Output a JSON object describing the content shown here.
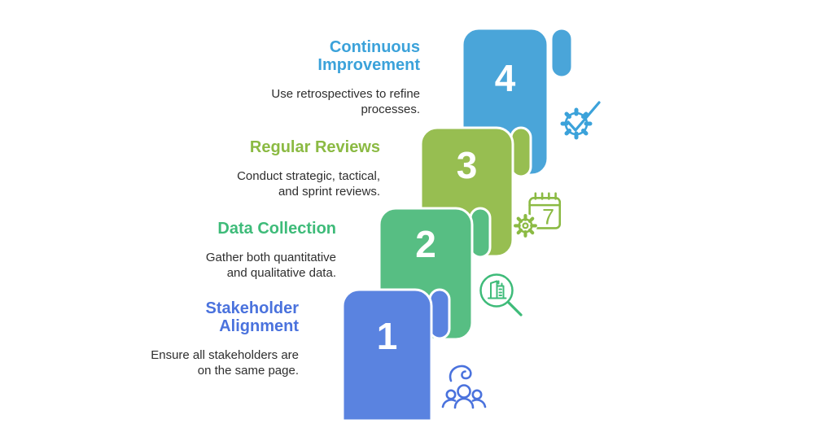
{
  "background": "#ffffff",
  "text_color": "#2e2e2e",
  "number_color": "#ffffff",
  "steps": [
    {
      "number": "1",
      "title": "Stakeholder Alignment",
      "title_lines": [
        "Stakeholder",
        "Alignment"
      ],
      "description": "Ensure all stakeholders are on the same page.",
      "desc_lines": [
        "Ensure all stakeholders are",
        "on the same page."
      ],
      "accent": "#4a72dd",
      "ribbon": "#5a83e0",
      "icon": "team-icon"
    },
    {
      "number": "2",
      "title": "Data Collection",
      "title_lines": [
        "Data Collection"
      ],
      "description": "Gather both quantitative and qualitative data.",
      "desc_lines": [
        "Gather both quantitative",
        "and qualitative data."
      ],
      "accent": "#3ebb79",
      "ribbon": "#57be83",
      "icon": "magnifier-document-icon"
    },
    {
      "number": "3",
      "title": "Regular Reviews",
      "title_lines": [
        "Regular Reviews"
      ],
      "description": "Conduct strategic, tactical, and sprint reviews.",
      "desc_lines": [
        "Conduct strategic, tactical,",
        "and sprint reviews."
      ],
      "accent": "#8bba43",
      "ribbon": "#97be51",
      "icon": "calendar-gear-icon",
      "icon_text": "7"
    },
    {
      "number": "4",
      "title": "Continuous Improvement",
      "title_lines": [
        "Continuous",
        "Improvement"
      ],
      "description": "Use retrospectives to refine processes.",
      "desc_lines": [
        "Use retrospectives to refine",
        "processes."
      ],
      "accent": "#3ba2da",
      "ribbon": "#4aa5d9",
      "icon": "gear-check-icon"
    }
  ]
}
